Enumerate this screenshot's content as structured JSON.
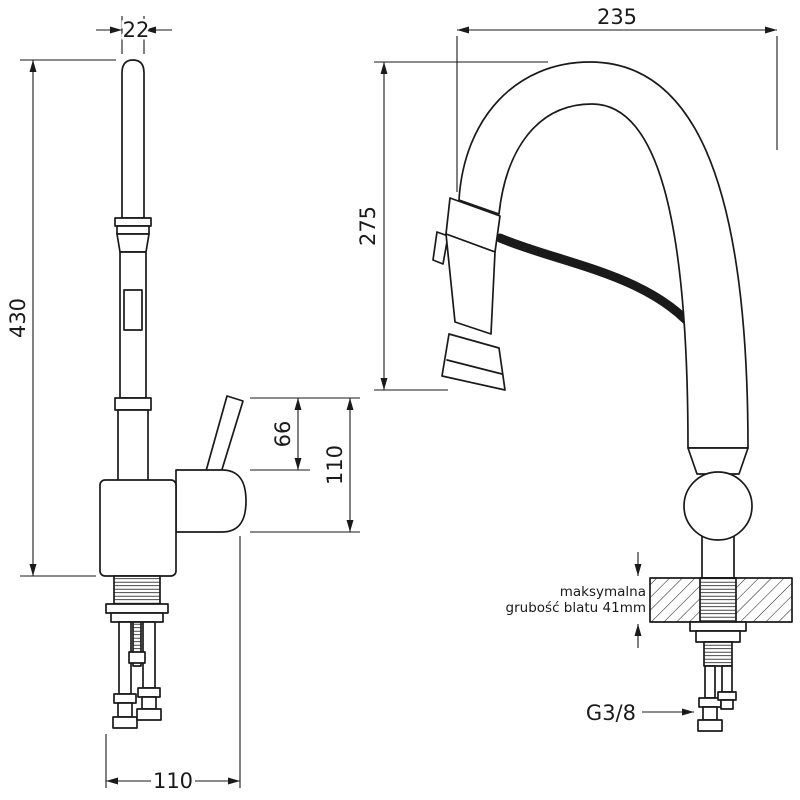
{
  "colors": {
    "line": "#1a1a1a",
    "background": "#ffffff"
  },
  "left_view": {
    "dim_spout_width": "22",
    "dim_total_height": "430",
    "dim_handle_height": "66",
    "dim_upper_height": "110",
    "dim_base_depth": "110"
  },
  "right_view": {
    "dim_reach": "235",
    "dim_spout_height": "275",
    "note_line1": "maksymalna",
    "note_line2": "grubość blatu 41mm",
    "thread_label": "G3/8"
  }
}
